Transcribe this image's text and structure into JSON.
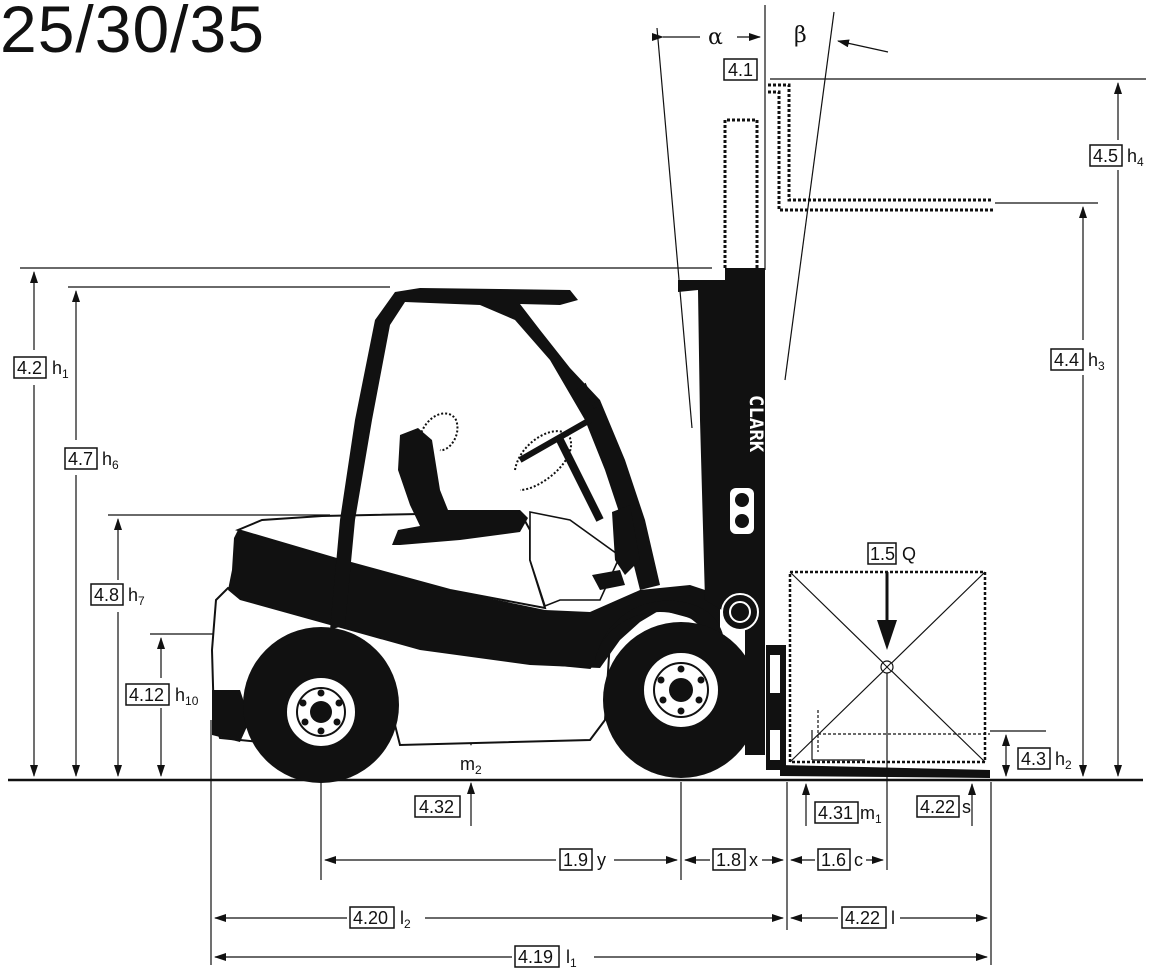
{
  "title": "25/30/35",
  "brand": "CLARK",
  "colors": {
    "ink": "#111111",
    "paper": "#ffffff"
  },
  "angles": {
    "alpha": "α",
    "beta": "β"
  },
  "labels": {
    "l_4_1": {
      "code": "4.1",
      "sym": ""
    },
    "l_4_5": {
      "code": "4.5",
      "sym": "h",
      "sub": "4"
    },
    "l_4_4": {
      "code": "4.4",
      "sym": "h",
      "sub": "3"
    },
    "l_4_2": {
      "code": "4.2",
      "sym": "h",
      "sub": "1"
    },
    "l_4_7": {
      "code": "4.7",
      "sym": "h",
      "sub": "6"
    },
    "l_4_8": {
      "code": "4.8",
      "sym": "h",
      "sub": "7"
    },
    "l_4_12": {
      "code": "4.12",
      "sym": "h",
      "sub": "10"
    },
    "l_1_5": {
      "code": "1.5",
      "sym": "Q"
    },
    "l_4_3": {
      "code": "4.3",
      "sym": "h",
      "sub": "2"
    },
    "l_4_32": {
      "code": "4.32",
      "sym": "m",
      "sub": "2"
    },
    "l_4_31": {
      "code": "4.31",
      "sym": "m",
      "sub": "1"
    },
    "l_4_22s": {
      "code": "4.22",
      "sym": "s"
    },
    "l_1_9": {
      "code": "1.9",
      "sym": "y"
    },
    "l_1_8": {
      "code": "1.8",
      "sym": "x"
    },
    "l_1_6": {
      "code": "1.6",
      "sym": "c"
    },
    "l_4_20": {
      "code": "4.20",
      "sym": "l",
      "sub": "2"
    },
    "l_4_22l": {
      "code": "4.22",
      "sym": "l"
    },
    "l_4_19": {
      "code": "4.19",
      "sym": "l",
      "sub": "1"
    }
  }
}
